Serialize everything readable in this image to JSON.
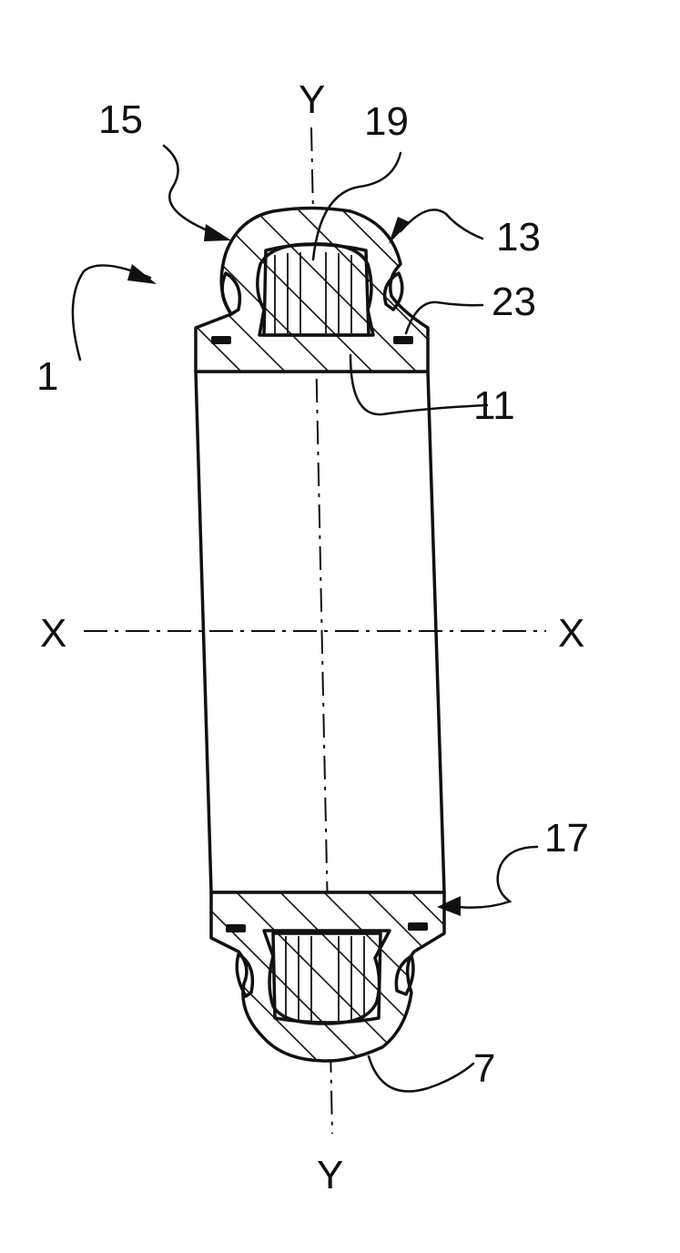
{
  "figure": {
    "labels": {
      "assembly": "1",
      "bush_lower": "7",
      "inner_ring": "11",
      "seal_upper_right": "13",
      "seal_upper_left": "15",
      "seal_lower": "17",
      "roller": "19",
      "gasket": "23",
      "axis_x_left": "X",
      "axis_x_right": "X",
      "axis_y_top": "Y",
      "axis_y_bottom": "Y"
    }
  }
}
